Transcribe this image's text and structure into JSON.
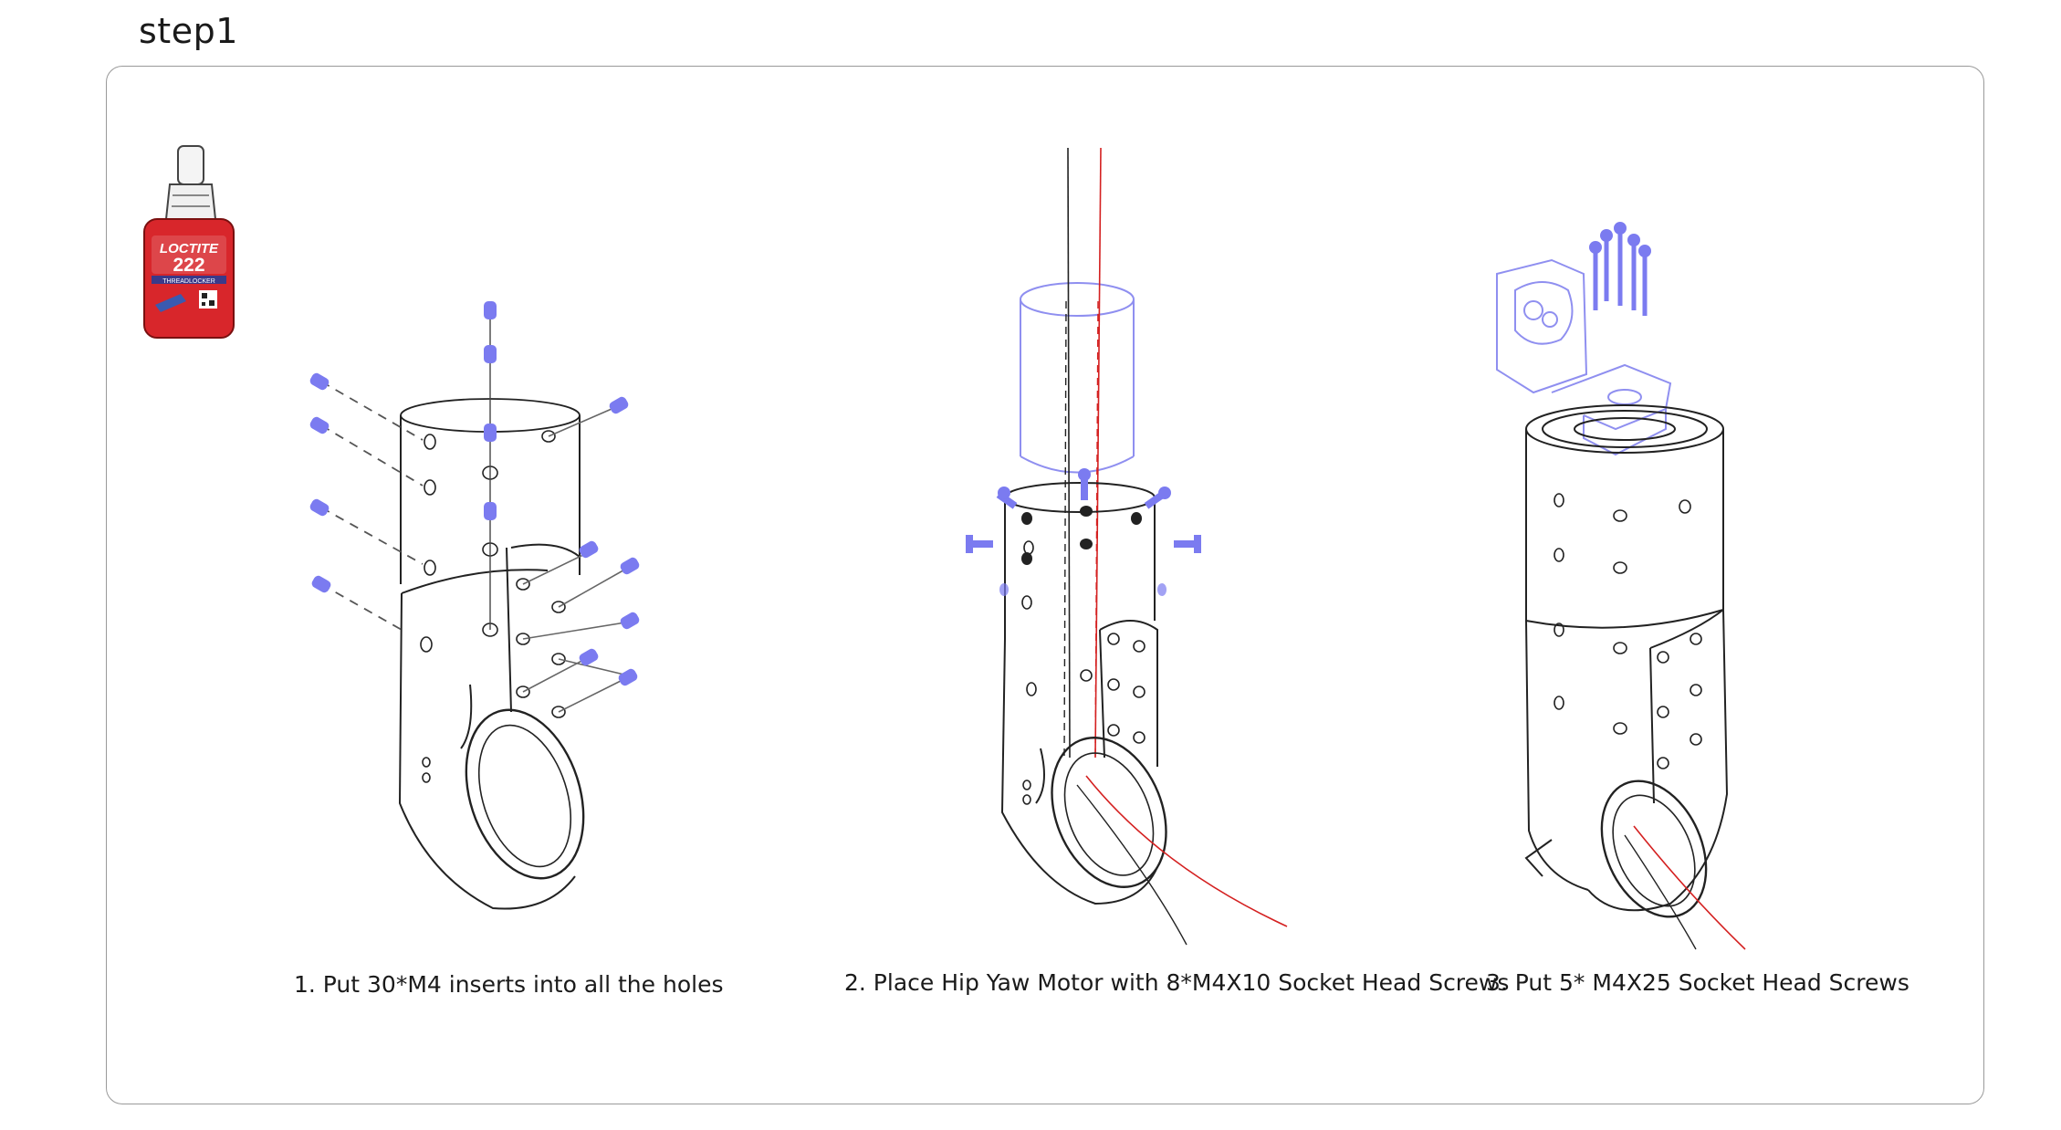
{
  "title": "step1",
  "loctite": {
    "brand": "LOCTITE",
    "number": "222",
    "subtitle": "THREADLOCKER"
  },
  "captions": [
    "1. Put 30*M4 inserts into all the holes",
    "2. Place Hip Yaw Motor with 8*M4X10 Socket Head Screws",
    "3. Put 5* M4X25 Socket Head Screws"
  ],
  "colors": {
    "part_outline": "#222222",
    "hardware": "#7b7bf0",
    "ghost_part": "#8f8ff0",
    "axis_red": "#d42020",
    "bottle_red": "#d8262b",
    "panel_border": "#9a9a9a"
  }
}
